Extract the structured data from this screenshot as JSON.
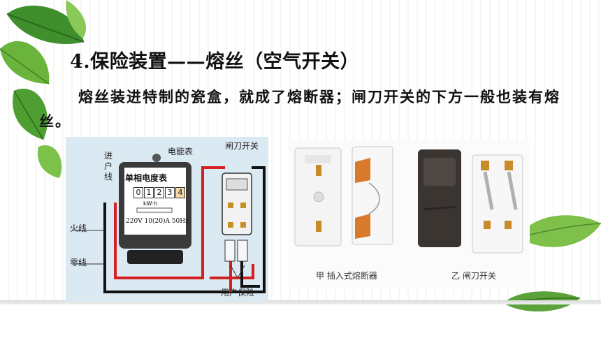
{
  "slide": {
    "title": "4.保险装置——熔丝（空气开关）",
    "paragraph": "熔丝装进特制的瓷盒，就成了熔断器；闸刀开关的下方一般也装有熔丝。"
  },
  "diagram": {
    "incoming_line_label": "进户线",
    "meter_label": "电能表",
    "knife_switch_label": "闸刀开关",
    "live_wire_label": "火线",
    "neutral_wire_label": "零线",
    "user_fuse_label": "用户保险",
    "meter_name": "单相电度表",
    "meter_digits": [
      "0",
      "1",
      "2",
      "3",
      "4"
    ],
    "meter_unit": "kW·h",
    "meter_spec": "220V 10(20)A 50Hz"
  },
  "photos": {
    "caption_a": "甲  插入式熔断器",
    "caption_b": "乙  闸刀开关"
  },
  "colors": {
    "live_wire": "#d42020",
    "neutral_wire": "#111111",
    "panel_bg": "#dbe9f3"
  }
}
